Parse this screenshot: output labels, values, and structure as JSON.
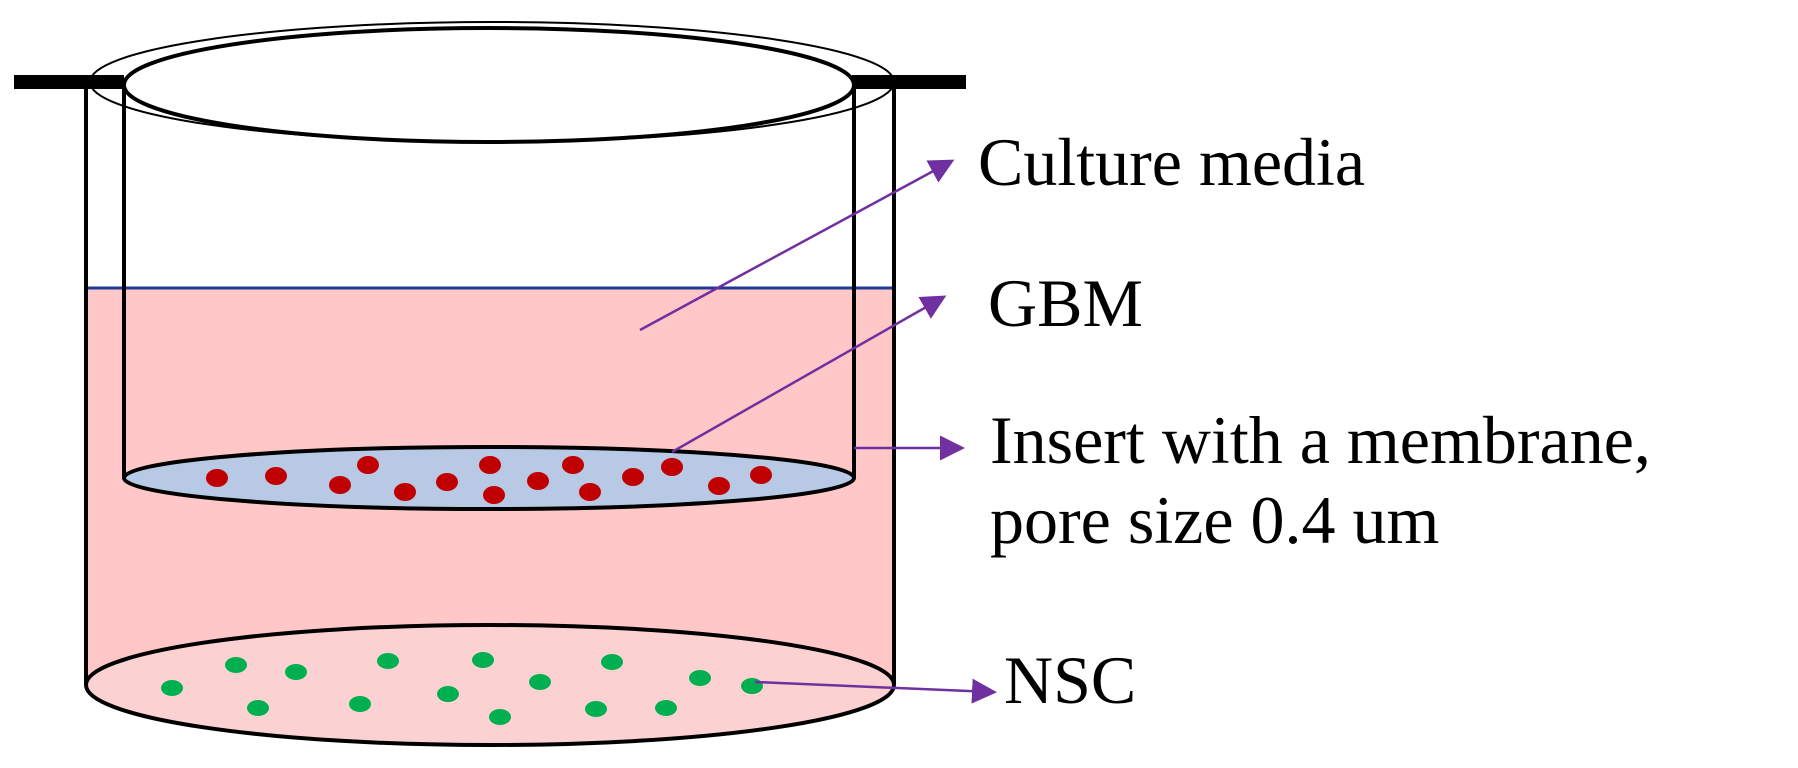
{
  "labels": {
    "culture_media": "Culture media",
    "gbm": "GBM",
    "insert_line1": "Insert with a membrane,",
    "insert_line2": "pore size 0.4 um",
    "nsc": "NSC"
  },
  "colors": {
    "media_fill": "#ffc7c7",
    "media_edge": "#1f3a93",
    "membrane_fill": "#b8c9e6",
    "gbm_cell": "#c00000",
    "nsc_cell": "#00b050",
    "arrow": "#7030a0",
    "outline": "#000000"
  }
}
